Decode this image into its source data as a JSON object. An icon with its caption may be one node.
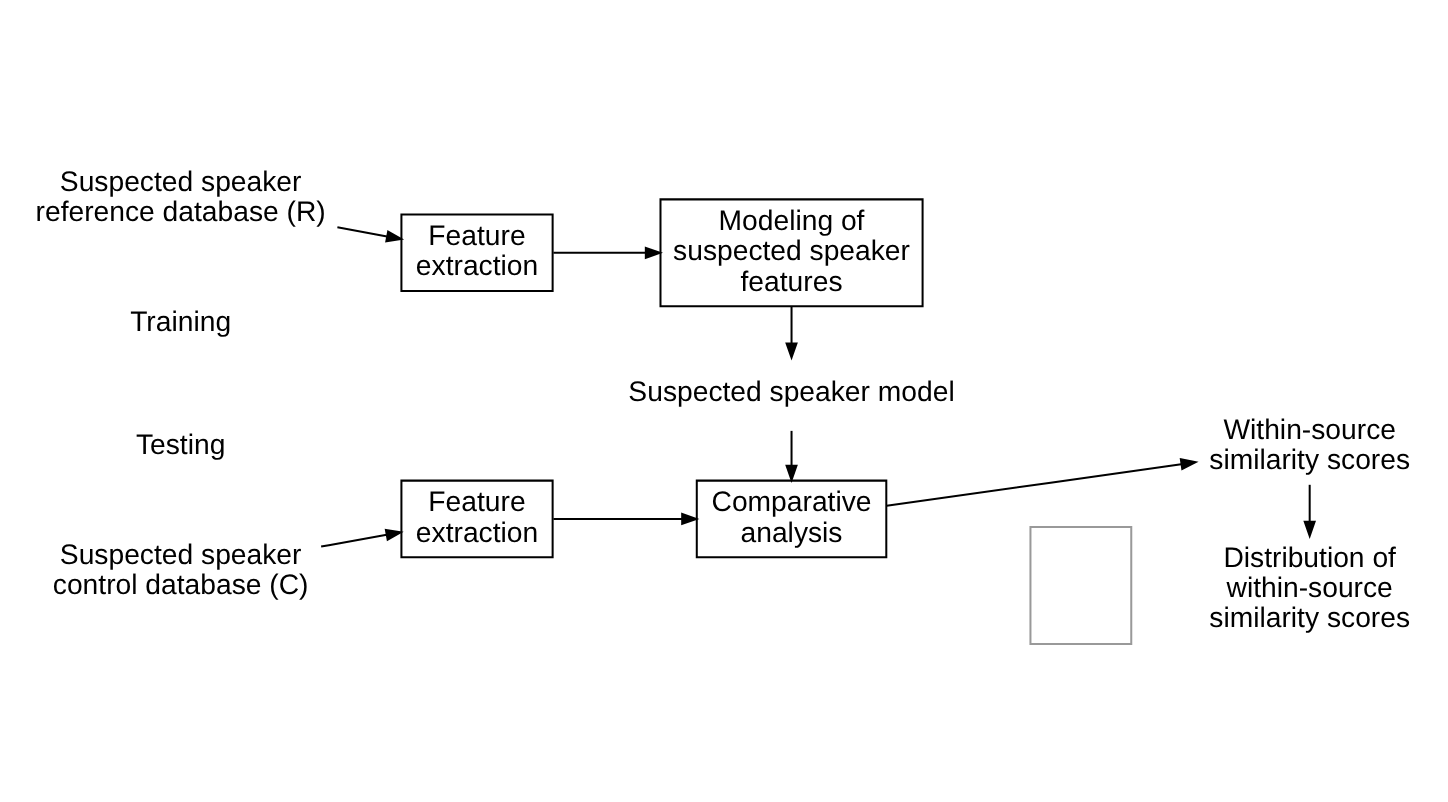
{
  "diagram": {
    "nodes": [
      {
        "text": [
          "Suspected speaker reference database (R)"
        ]
      },
      {
        "text": [
          "Feature extraction"
        ]
      },
      {
        "text": [
          "Modeling of suspected speaker features"
        ]
      },
      {
        "text": [
          "Suspected speaker model"
        ]
      },
      {
        "text": [
          "Suspected speaker control database (C)"
        ]
      },
      {
        "text": [
          "Feature extraction"
        ]
      },
      {
        "text": [
          "Comparative analysis"
        ]
      },
      {
        "text": [
          "Within-source similarity scores"
        ]
      },
      {
        "text": [],
        "shape": "box"
      },
      {
        "text": [
          "Distribution of within-source similarity scores"
        ]
      }
    ],
    "edges": [
      {
        "from": 0,
        "to": 1,
        "arrow": "to"
      },
      {
        "from": 1,
        "to": 2,
        "arrow": "to"
      },
      {
        "from": 2,
        "to": 3,
        "arrow": "to"
      },
      {
        "from": 3,
        "to": 6,
        "arrow": "to"
      },
      {
        "from": 4,
        "to": 5,
        "arrow": "to"
      },
      {
        "from": 5,
        "to": 6,
        "arrow": "to"
      },
      {
        "from": 6,
        "to": 7,
        "arrow": "to"
      },
      {
        "from": 7,
        "to": 9,
        "arrow": "to"
      }
    ],
    "labels": [
      "Training",
      "Testing"
    ]
  }
}
